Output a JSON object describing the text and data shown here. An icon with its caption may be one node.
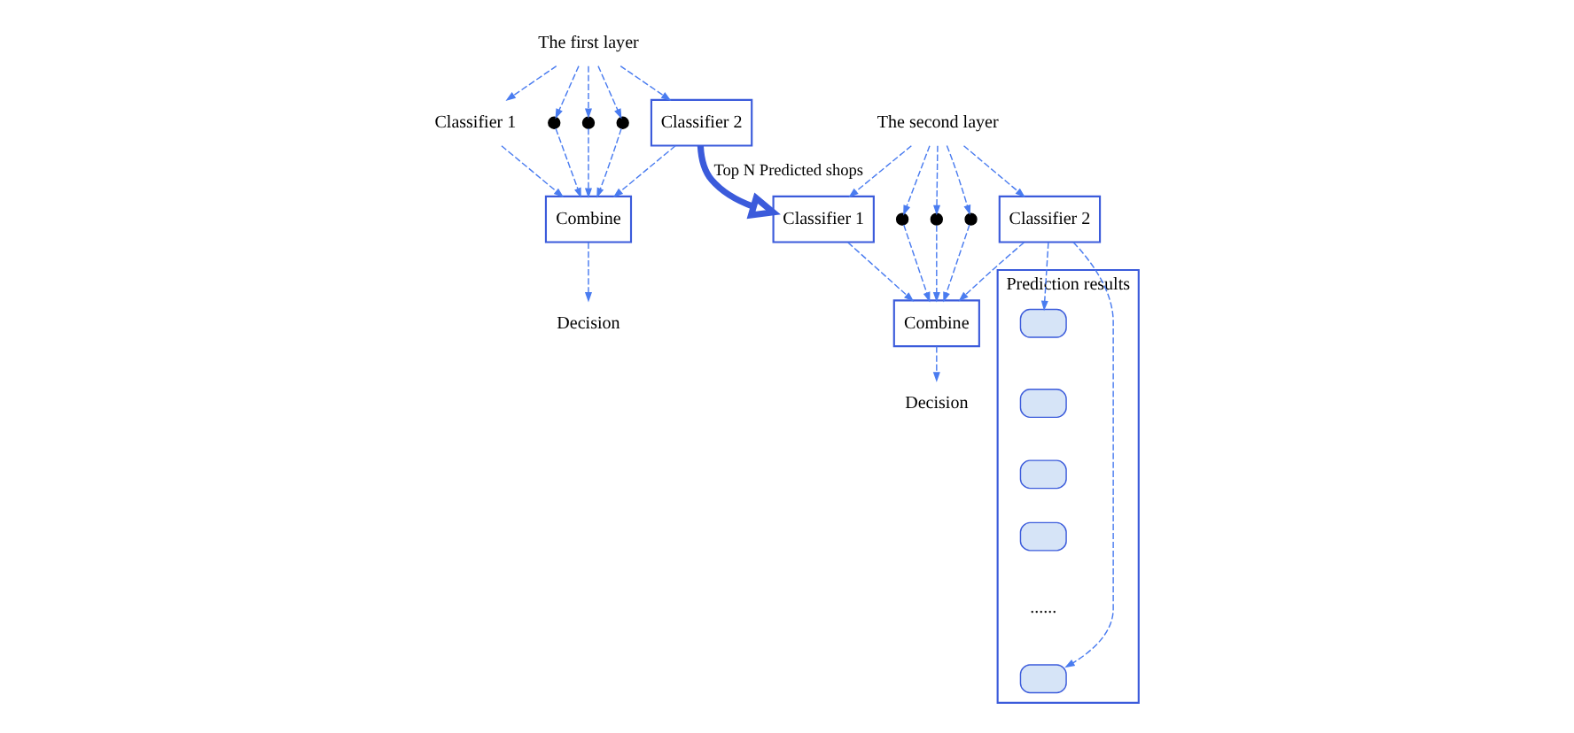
{
  "diagram": {
    "nodes": [
      {
        "text": [
          "The first layer"
        ]
      },
      {
        "text": [
          "Classifier 1"
        ]
      },
      {
        "text": [],
        "shape": "circle"
      },
      {
        "text": [],
        "shape": "circle"
      },
      {
        "text": [],
        "shape": "circle"
      },
      {
        "text": [
          "Classifier 2"
        ]
      },
      {
        "text": [
          "Combine"
        ]
      },
      {
        "text": [
          "Decision"
        ]
      },
      {
        "text": [
          "The second layer"
        ]
      },
      {
        "text": [
          "Classifier 1"
        ]
      },
      {
        "text": [],
        "shape": "circle"
      },
      {
        "text": [],
        "shape": "circle"
      },
      {
        "text": [],
        "shape": "circle"
      },
      {
        "text": [
          "Classifier 2"
        ]
      },
      {
        "text": [
          "Combine"
        ]
      },
      {
        "text": [
          "Decision"
        ]
      },
      {
        "text": [
          "Prediction results"
        ]
      },
      {
        "text": [],
        "shape": "box",
        "in": 16
      },
      {
        "text": [],
        "shape": "box",
        "in": 16
      },
      {
        "text": [],
        "shape": "box",
        "in": 16
      },
      {
        "text": [],
        "shape": "box",
        "in": 16
      },
      {
        "text": [
          "......"
        ],
        "in": 16
      },
      {
        "text": [],
        "shape": "box",
        "in": 16
      }
    ],
    "edges": [
      {
        "from": 0,
        "to": 1,
        "arrow": "to",
        "style": "dashed"
      },
      {
        "from": 0,
        "to": 2,
        "arrow": "to",
        "style": "dashed"
      },
      {
        "from": 0,
        "to": 3,
        "arrow": "to",
        "style": "dashed"
      },
      {
        "from": 0,
        "to": 4,
        "arrow": "to",
        "style": "dashed"
      },
      {
        "from": 0,
        "to": 5,
        "arrow": "to",
        "style": "dashed"
      },
      {
        "from": 1,
        "to": 6,
        "arrow": "to",
        "style": "dashed"
      },
      {
        "from": 2,
        "to": 6,
        "arrow": "to",
        "style": "dashed"
      },
      {
        "from": 3,
        "to": 6,
        "arrow": "to",
        "style": "dashed"
      },
      {
        "from": 4,
        "to": 6,
        "arrow": "to",
        "style": "dashed"
      },
      {
        "from": 5,
        "to": 6,
        "arrow": "to",
        "style": "dashed"
      },
      {
        "from": 6,
        "to": 7,
        "arrow": "to",
        "style": "dashed"
      },
      {
        "from": 5,
        "to": 9,
        "arrow": "to",
        "style": "thick",
        "label": "Top N Predicted shops"
      },
      {
        "from": 8,
        "to": 9,
        "arrow": "to",
        "style": "dashed"
      },
      {
        "from": 8,
        "to": 10,
        "arrow": "to",
        "style": "dashed"
      },
      {
        "from": 8,
        "to": 11,
        "arrow": "to",
        "style": "dashed"
      },
      {
        "from": 8,
        "to": 12,
        "arrow": "to",
        "style": "dashed"
      },
      {
        "from": 8,
        "to": 13,
        "arrow": "to",
        "style": "dashed"
      },
      {
        "from": 9,
        "to": 14,
        "arrow": "to",
        "style": "dashed"
      },
      {
        "from": 10,
        "to": 14,
        "arrow": "to",
        "style": "dashed"
      },
      {
        "from": 11,
        "to": 14,
        "arrow": "to",
        "style": "dashed"
      },
      {
        "from": 12,
        "to": 14,
        "arrow": "to",
        "style": "dashed"
      },
      {
        "from": 13,
        "to": 14,
        "arrow": "to",
        "style": "dashed"
      },
      {
        "from": 14,
        "to": 15,
        "arrow": "to",
        "style": "dashed"
      },
      {
        "from": 13,
        "to": 17,
        "arrow": "to",
        "style": "dashed"
      },
      {
        "from": 13,
        "to": 22,
        "arrow": "to",
        "style": "dashed"
      }
    ]
  }
}
